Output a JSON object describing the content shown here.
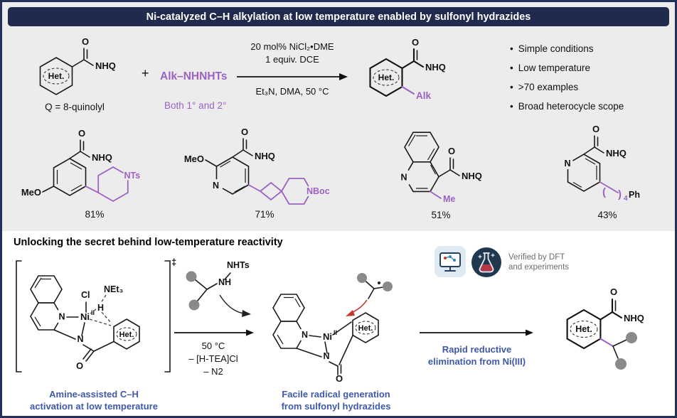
{
  "colors": {
    "navy": "#1f2a4d",
    "purple": "#9b62c4",
    "blue_text": "#3e5aa8",
    "gray_bg": "#ececec",
    "gray_text": "#6e6e6e",
    "ball_gray": "#8a8a8a",
    "red": "#c0392b"
  },
  "header": {
    "title": "Ni-catalyzed C–H alkylation at low temperature enabled by sulfonyl hydrazides"
  },
  "labels": {
    "O": "O",
    "NHQ": "NHQ",
    "Het": "Het.",
    "N": "N",
    "MeO": "MeO",
    "NTs": "NTs",
    "NBoc": "NBoc",
    "Me": "Me",
    "Ph": "Ph",
    "Alk": "Alk",
    "Cl": "Cl",
    "NEt3": "NEt₃",
    "H": "H",
    "Ni": "Ni",
    "II": "II",
    "NH": "NH",
    "NHTs": "NHTs",
    "ddagger": "‡",
    "plus": "+",
    "bullet": "•",
    "paren_open": "(",
    "paren_close": ")",
    "sub4": "4"
  },
  "scheme": {
    "q_note": "Q = 8-quinolyl",
    "reagent": "Alk–NHNHTs",
    "reagent_note": "Both 1° and 2°",
    "cond_above1": "20 mol% NiCl₂•DME",
    "cond_above2": "1 equiv. DCE",
    "cond_below": "Et₃N, DMA, 50 °C",
    "bullets": [
      "Simple conditions",
      "Low temperature",
      ">70 examples",
      "Broad heterocycle scope"
    ]
  },
  "examples": [
    {
      "yield": "81%"
    },
    {
      "yield": "71%"
    },
    {
      "yield": "51%"
    },
    {
      "yield": "43%"
    }
  ],
  "mechanism": {
    "heading": "Unlocking the secret behind low-temperature reactivity",
    "ts_caption1": "Amine-assisted C–H",
    "ts_caption2": "activation at low temperature",
    "arrow1_cond1": "50 °C",
    "arrow1_cond2": "– [H-TEA]Cl",
    "arrow1_cond3": "– N2",
    "mid_caption1": "Facile radical generation",
    "mid_caption2": "from sulfonyl hydrazides",
    "verified1": "Verified by DFT",
    "verified2": "and experiments",
    "arrow2_label1": "Rapid reductive",
    "arrow2_label2": "elimination from Ni(III)"
  }
}
